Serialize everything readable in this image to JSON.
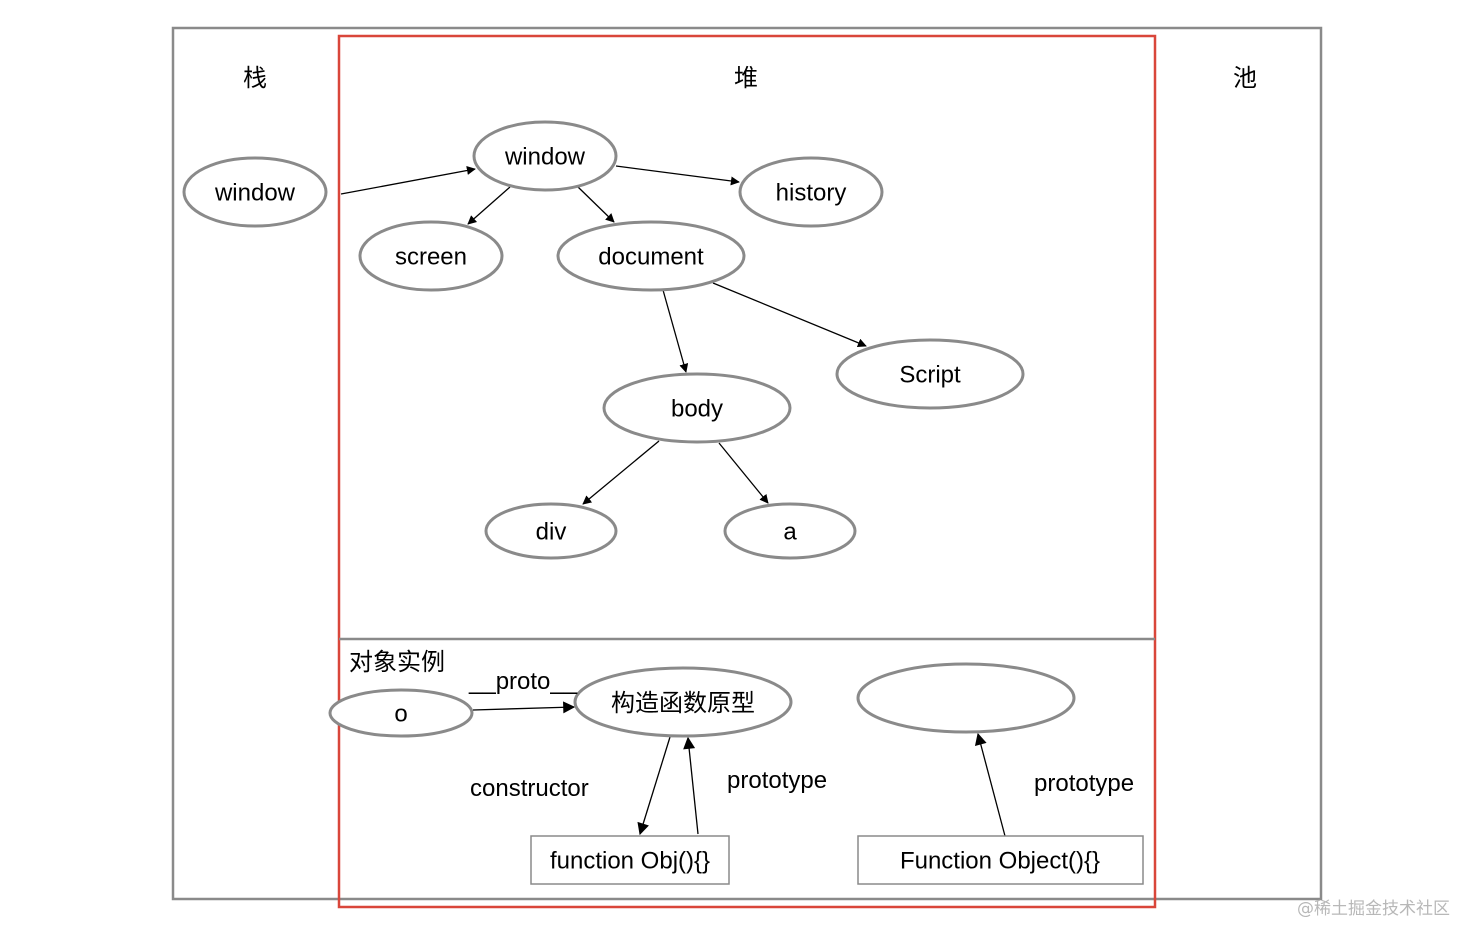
{
  "sections": {
    "stack": "栈",
    "heap": "堆",
    "pool": "池",
    "object_instance": "对象实例"
  },
  "nodes": {
    "stack_window": "window",
    "heap_window": "window",
    "history": "history",
    "screen": "screen",
    "document": "document",
    "script": "Script",
    "body": "body",
    "div": "div",
    "a": "a",
    "o": "o",
    "constructor_prototype": "构造函数原型",
    "empty_node": "",
    "function_obj": "function Obj(){}",
    "function_object": "Function Object(){}"
  },
  "edge_labels": {
    "proto": "__proto__",
    "constructor": "constructor",
    "prototype_obj": "prototype",
    "prototype_object": "prototype"
  },
  "watermark": "@稀土掘金技术社区",
  "colors": {
    "heap_border": "#d9463a",
    "node_stroke": "#8a8a8a",
    "edge": "#000000"
  }
}
